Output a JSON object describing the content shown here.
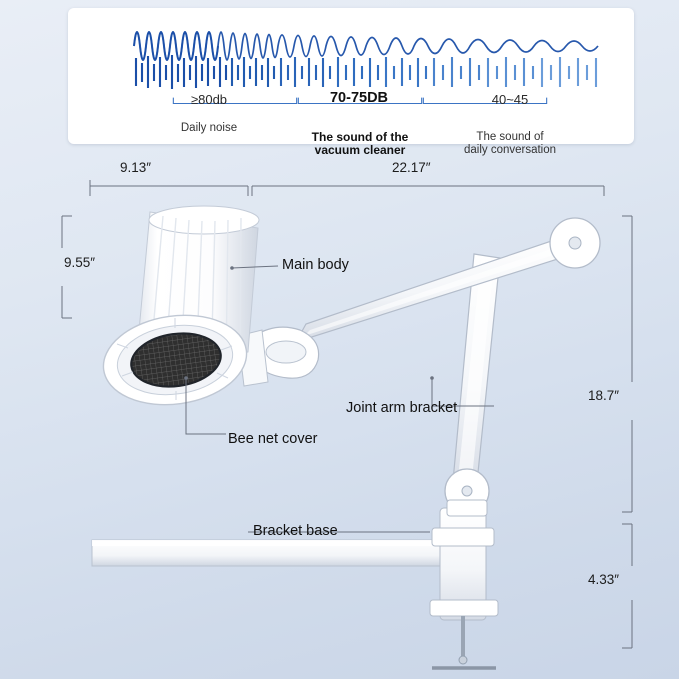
{
  "noise_card": {
    "segments": [
      {
        "value": "≥80db",
        "caption": "Daily noise",
        "bold": false
      },
      {
        "value": "70-75DB",
        "caption": "The sound of the\nvacuum cleaner",
        "bold": true
      },
      {
        "value": "40~45",
        "caption": "The sound of\ndaily conversation",
        "bold": false
      }
    ],
    "wave_color_dark": "#1b4fa8",
    "wave_color_mid": "#2f73c9",
    "wave_color_light": "#7fb0e3"
  },
  "dimensions": {
    "top_left": "9.13″",
    "top_right": "22.17″",
    "left_upper": "9.55″",
    "right_upper": "18.7″",
    "right_lower": "4.33″"
  },
  "callouts": {
    "main_body": "Main body",
    "bee_net_cover": "Bee net cover",
    "joint_arm_bracket": "Joint arm bracket",
    "bracket_base": "Bracket base"
  },
  "colors": {
    "background_top": "#e9eef6",
    "background_bottom": "#c9d5e7",
    "line": "#6b7280",
    "product_white": "#ffffff",
    "mesh_dark": "#3a3a3a"
  }
}
